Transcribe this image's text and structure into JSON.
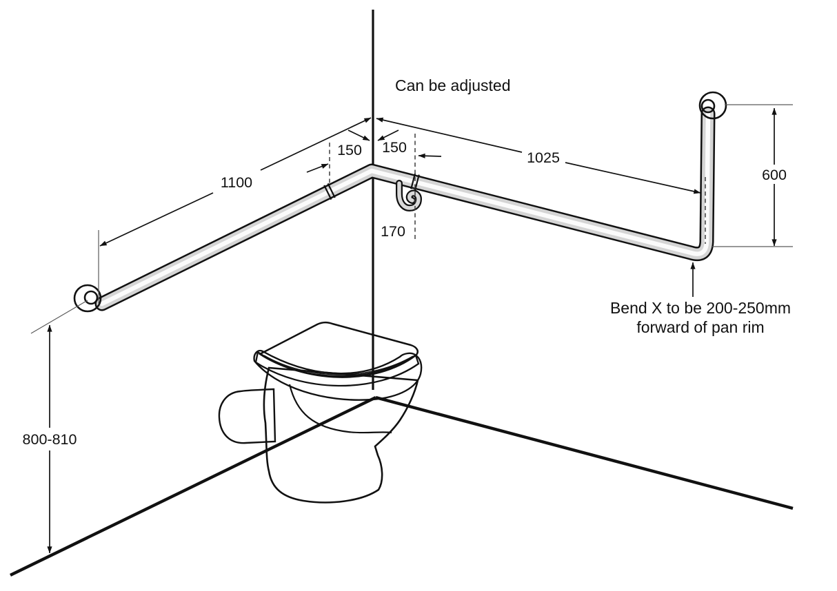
{
  "annotations": {
    "adjust_note": "Can be adjusted",
    "bend_note_line1": "Bend X to be 200-250mm",
    "bend_note_line2": "forward of pan rim"
  },
  "dimensions": {
    "left_rail_length_mm": "1100",
    "left_joint_offset_mm": "150",
    "right_joint_offset_mm": "150",
    "right_rail_length_mm": "1025",
    "vertical_rail_drop_mm": "600",
    "hook_drop_mm": "170",
    "rail_mounting_height_mm": "800-810"
  },
  "colors": {
    "line": "#111111",
    "rail_fill": "#d5d5d5",
    "rail_highlight": "#ffffff",
    "flange_fill": "#c9c9c9",
    "background": "#ffffff"
  }
}
